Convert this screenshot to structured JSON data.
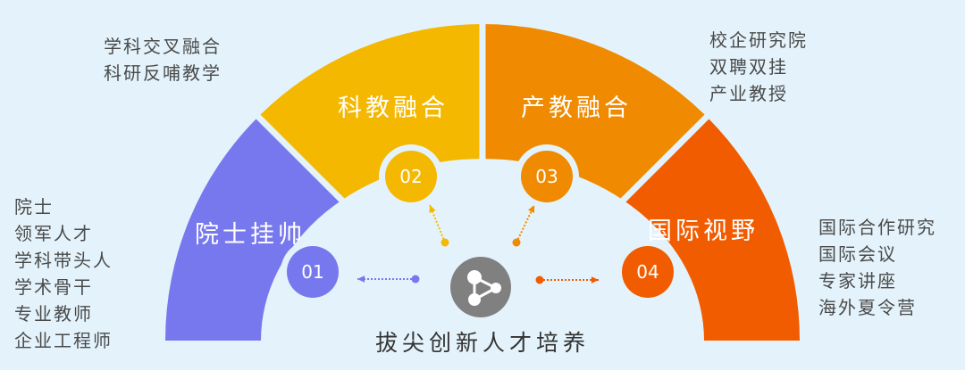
{
  "center": {
    "title": "拔尖创新人才培养",
    "icon": "share-nodes-icon"
  },
  "segments": [
    {
      "number": "01",
      "label": "院士挂帅",
      "color": "#7878ee",
      "items": [
        "院士",
        "领军人才",
        "学科带头人",
        "学术骨干",
        "专业教师",
        "企业工程师"
      ]
    },
    {
      "number": "02",
      "label": "科教融合",
      "color": "#f5b800",
      "items": [
        "学科交叉融合",
        "科研反哺教学"
      ]
    },
    {
      "number": "03",
      "label": "产教融合",
      "color": "#f08a00",
      "items": [
        "校企研究院",
        "双聘双挂",
        "产业教授"
      ]
    },
    {
      "number": "04",
      "label": "国际视野",
      "color": "#f25c00",
      "items": [
        "国际合作研究",
        "国际会议",
        "专家讲座",
        "海外夏令营"
      ]
    }
  ],
  "colors": {
    "background": "#e4f3fb",
    "icon": "#808080",
    "text": "#4a4a4a"
  }
}
